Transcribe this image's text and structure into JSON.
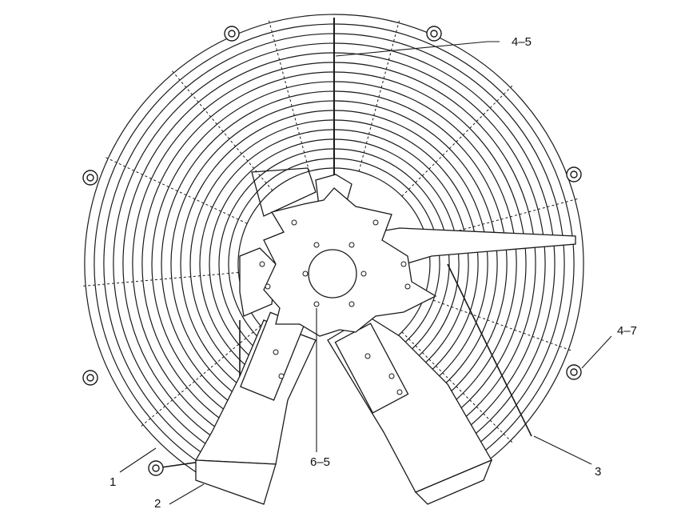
{
  "diagram": {
    "labels": {
      "part_4_5": "4–5",
      "part_4_7": "4–7",
      "part_1": "1",
      "part_2": "2",
      "part_3": "3",
      "part_6_5": "6–5"
    },
    "colors": {
      "line": "#1a1a1a",
      "fill": "#ffffff"
    }
  }
}
